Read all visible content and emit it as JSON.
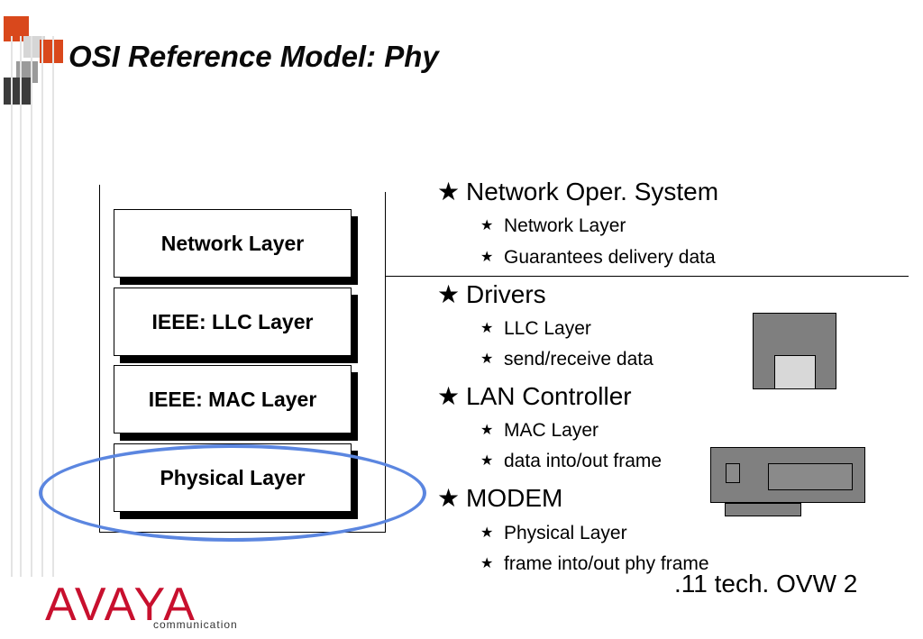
{
  "slide": {
    "title": "OSI Reference Model: Phy",
    "footer_label": ".11 tech. OVW 2"
  },
  "layers": [
    {
      "label": "Network Layer"
    },
    {
      "label": "IEEE: LLC Layer"
    },
    {
      "label": "IEEE: MAC Layer"
    },
    {
      "label": "Physical Layer"
    }
  ],
  "bullets": [
    {
      "label": "Network Oper. System",
      "subs": [
        "Network Layer",
        "Guarantees delivery data"
      ]
    },
    {
      "label": "Drivers",
      "subs": [
        "LLC Layer",
        "send/receive data"
      ]
    },
    {
      "label": "LAN Controller",
      "subs": [
        "MAC Layer",
        "data into/out frame"
      ]
    },
    {
      "label": "MODEM",
      "subs": [
        "Physical Layer",
        "frame into/out phy frame"
      ]
    }
  ],
  "bullet_glyph": "★",
  "logo": {
    "wordmark": "AVAYA",
    "tagline": "communication"
  },
  "colors": {
    "highlight_ellipse": "#5b86e0",
    "accent_square": "#d9481c",
    "logo": "#c8102e"
  },
  "icons": {
    "floppy": "floppy-disk-icon",
    "card": "network-card-icon"
  }
}
